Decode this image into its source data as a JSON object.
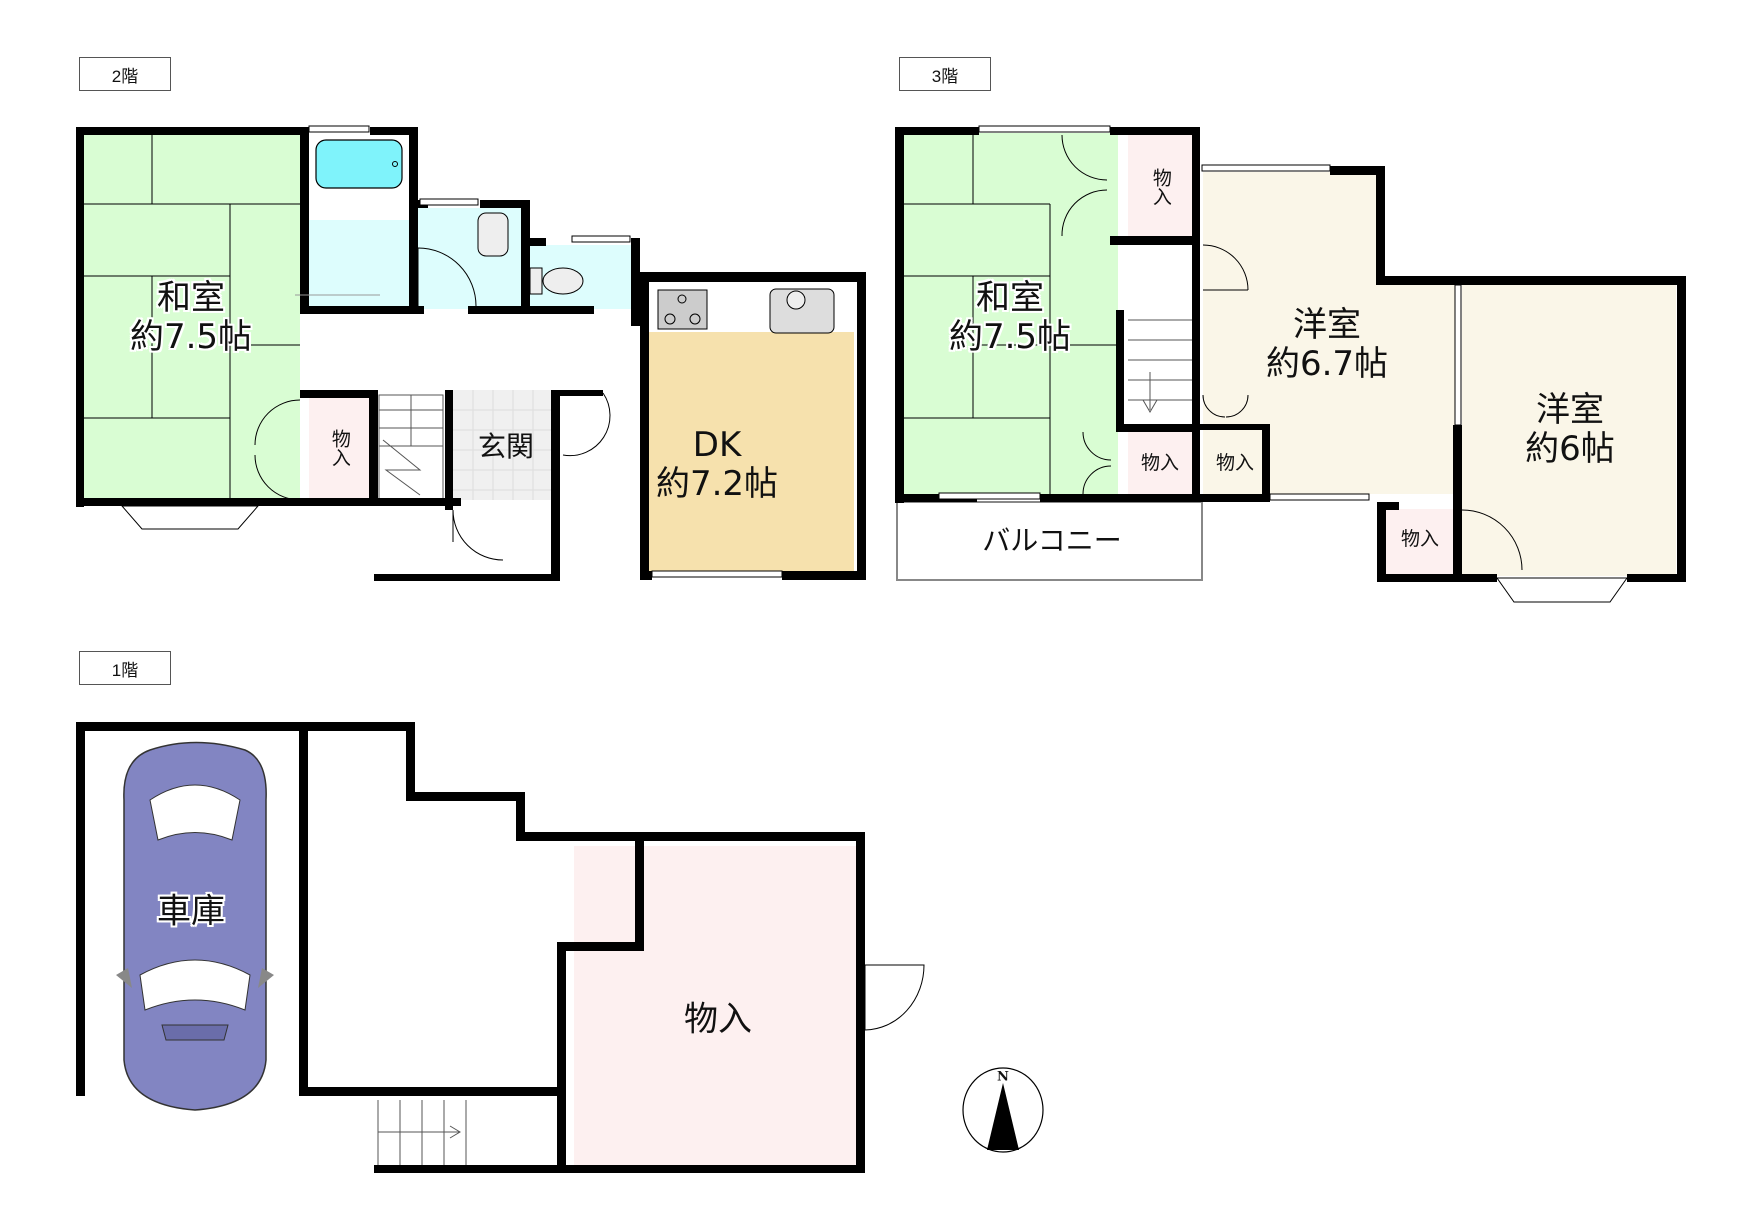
{
  "floors": {
    "f2": {
      "tag": "2階",
      "rooms": {
        "washitsu": {
          "name": "和室",
          "size": "約7.5帖"
        },
        "storage": {
          "name": "物入"
        },
        "genkan": {
          "name": "玄関"
        },
        "dk": {
          "name": "DK",
          "size": "約7.2帖"
        }
      }
    },
    "f3": {
      "tag": "3階",
      "rooms": {
        "washitsu": {
          "name": "和室",
          "size": "約7.5帖"
        },
        "storage_top": {
          "name": "物入"
        },
        "storage_mid_left": {
          "name": "物入"
        },
        "storage_mid_right": {
          "name": "物入"
        },
        "storage_bottom": {
          "name": "物入"
        },
        "yoshitsu1": {
          "name": "洋室",
          "size": "約6.7帖"
        },
        "yoshitsu2": {
          "name": "洋室",
          "size": "約6帖"
        },
        "balcony": {
          "name": "バルコニー"
        }
      }
    },
    "f1": {
      "tag": "1階",
      "rooms": {
        "garage": {
          "name": "車庫"
        },
        "storage": {
          "name": "物入"
        }
      }
    }
  },
  "compass": {
    "label": "N"
  },
  "colors": {
    "tatami": "#d9fdd3",
    "wet_area": "#ddfdfd",
    "bathtub": "#7ff3fb",
    "kitchen_floor": "#f6e1ad",
    "western_room": "#faf6e8",
    "storage": "#fdf0f0",
    "genkan_tile": "#f2f2f2",
    "car": "#8285c2",
    "wall": "#000000"
  }
}
